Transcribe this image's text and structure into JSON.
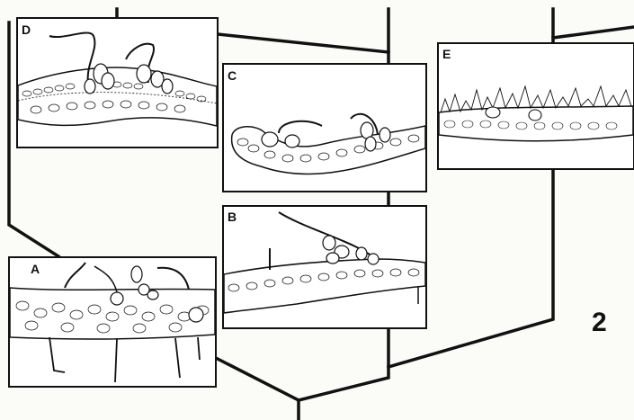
{
  "figure": {
    "number": "2",
    "panels": [
      {
        "id": "D",
        "label": "D"
      },
      {
        "id": "C",
        "label": "C"
      },
      {
        "id": "E",
        "label": "E"
      },
      {
        "id": "B",
        "label": "B"
      },
      {
        "id": "A",
        "label": "A"
      }
    ]
  },
  "colors": {
    "ink": "#111111",
    "paper": "#fbfbf8",
    "cell_fill": "#ffffff"
  }
}
